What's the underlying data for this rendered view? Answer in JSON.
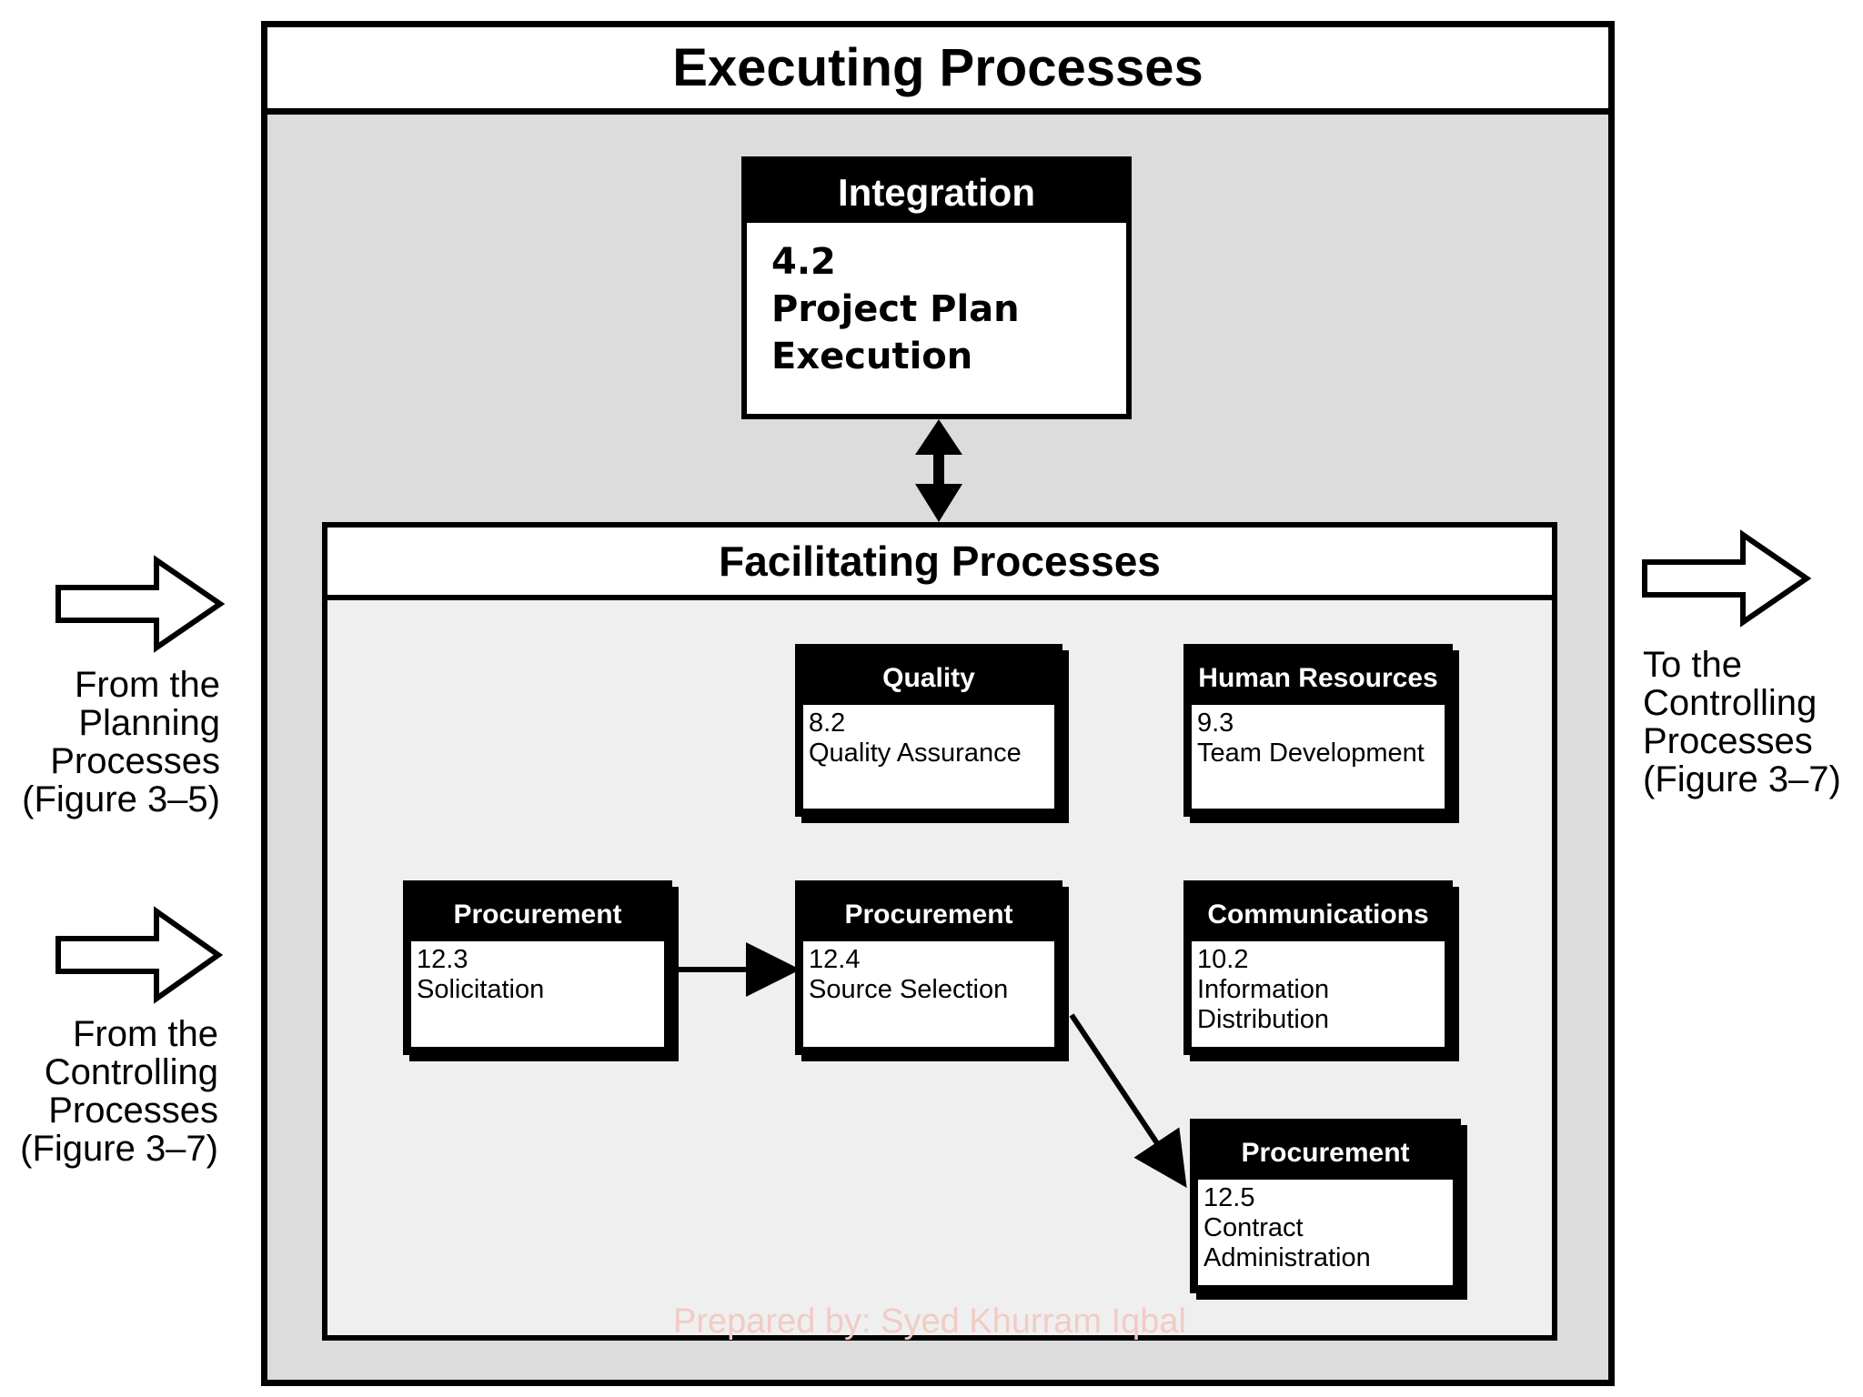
{
  "outer": {
    "title": "Executing Processes"
  },
  "integration": {
    "header": "Integration",
    "number": "4.2",
    "line1": "Project Plan",
    "line2": "Execution"
  },
  "facilitating": {
    "title": "Facilitating Processes"
  },
  "boxes": {
    "quality": {
      "header": "Quality",
      "number": "8.2",
      "line1": "Quality Assurance"
    },
    "hr": {
      "header": "Human Resources",
      "number": "9.3",
      "line1": "Team Development"
    },
    "solicitation": {
      "header": "Procurement",
      "number": "12.3",
      "line1": "Solicitation"
    },
    "source": {
      "header": "Procurement",
      "number": "12.4",
      "line1": "Source Selection"
    },
    "comms": {
      "header": "Communications",
      "number": "10.2",
      "line1": "Information",
      "line2": "Distribution"
    },
    "contract": {
      "header": "Procurement",
      "number": "12.5",
      "line1": "Contract",
      "line2": "Administration"
    }
  },
  "inputs": {
    "planning": {
      "line1": "From the",
      "line2": "Planning",
      "line3": "Processes",
      "line4": "(Figure 3–5)"
    },
    "controlling": {
      "line1": "From the",
      "line2": "Controlling",
      "line3": "Processes",
      "line4": "(Figure 3–7)"
    }
  },
  "output": {
    "line1": "To the",
    "line2": "Controlling",
    "line3": "Processes",
    "line4": "(Figure 3–7)"
  },
  "watermark": "Prepared by: Syed Khurram Iqbal"
}
